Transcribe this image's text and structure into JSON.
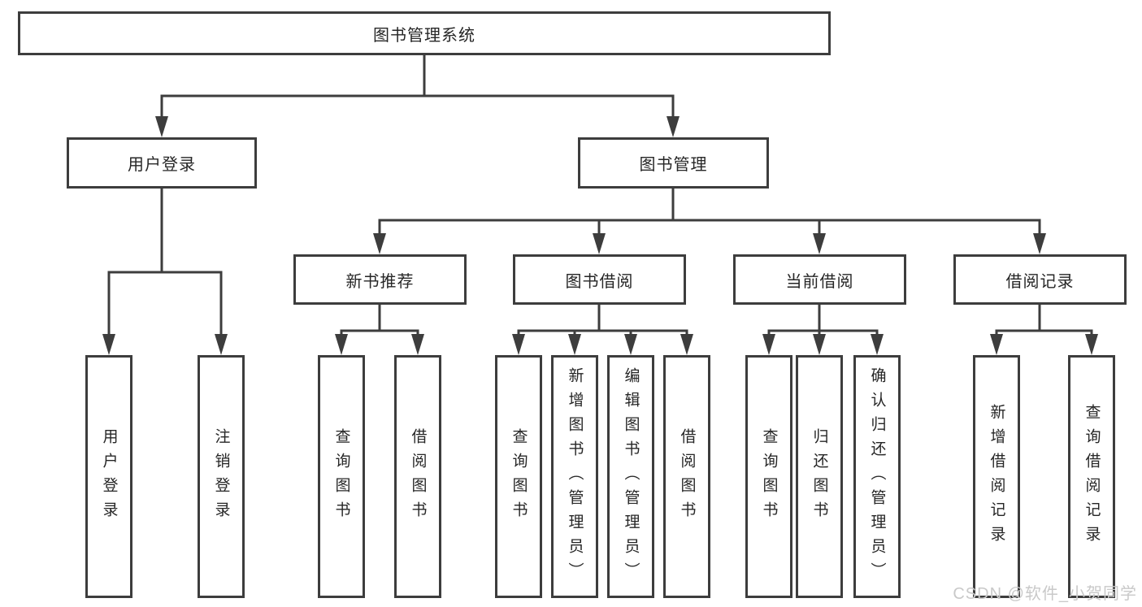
{
  "diagram_title": "图书管理系统",
  "colors": {
    "line": "#3d3d3d",
    "box_border": "#3d3d3d",
    "text": "#262626",
    "background": "#ffffff",
    "watermark_text_color": "#c9c9c9"
  },
  "tree": {
    "label": "图书管理系统",
    "children": [
      {
        "label": "用户登录",
        "children": [
          {
            "label": "用户登录"
          },
          {
            "label": "注销登录"
          }
        ]
      },
      {
        "label": "图书管理",
        "children": [
          {
            "label": "新书推荐",
            "children": [
              {
                "label": "查询图书"
              },
              {
                "label": "借阅图书"
              }
            ]
          },
          {
            "label": "图书借阅",
            "children": [
              {
                "label": "查询图书"
              },
              {
                "label": "新增图书（管理员）"
              },
              {
                "label": "编辑图书（管理员）"
              },
              {
                "label": "借阅图书"
              }
            ]
          },
          {
            "label": "当前借阅",
            "children": [
              {
                "label": "查询图书"
              },
              {
                "label": "归还图书"
              },
              {
                "label": "确认归还（管理员）"
              }
            ]
          },
          {
            "label": "借阅记录",
            "children": [
              {
                "label": "新增借阅记录"
              },
              {
                "label": "查询借阅记录"
              }
            ]
          }
        ]
      }
    ]
  },
  "watermark": "CSDN @软件_小贺同学"
}
